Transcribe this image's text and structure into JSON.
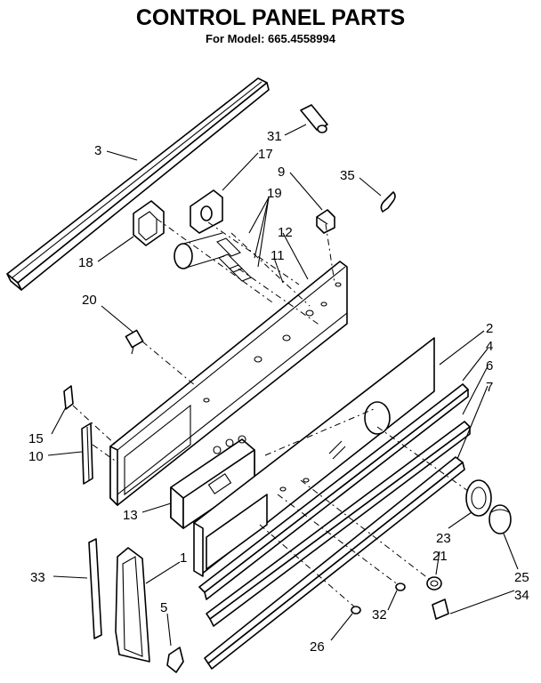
{
  "header": {
    "title": "CONTROL PANEL PARTS",
    "subtitle": "For Model: 665.4558994"
  },
  "callouts": [
    "3",
    "31",
    "17",
    "9",
    "35",
    "19",
    "12",
    "18",
    "11",
    "20",
    "2",
    "4",
    "6",
    "7",
    "15",
    "10",
    "13",
    "23",
    "21",
    "25",
    "34",
    "33",
    "1",
    "5",
    "32",
    "26"
  ]
}
